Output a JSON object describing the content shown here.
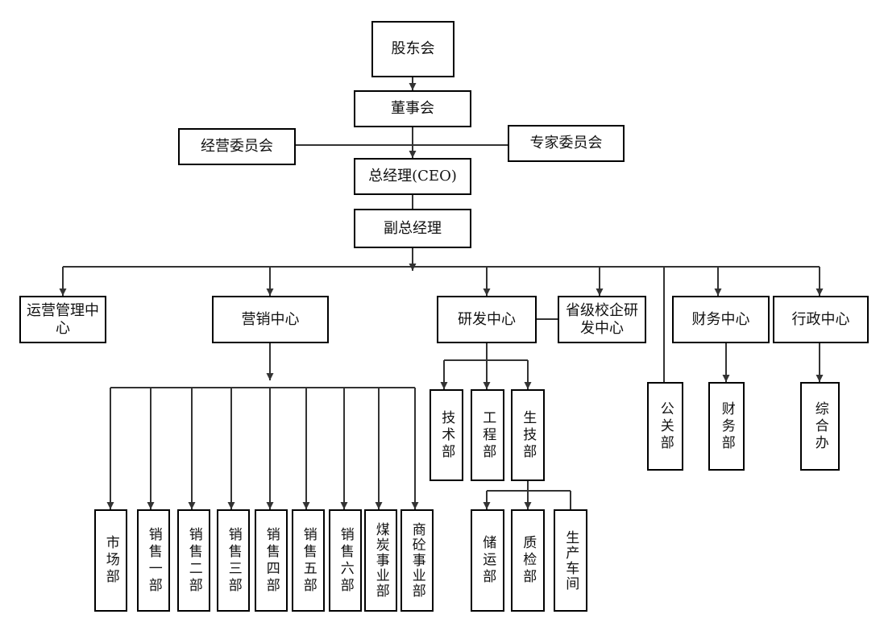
{
  "nodes": {
    "shareholders": "股东会",
    "board": "董事会",
    "operations_committee": "经营委员会",
    "expert_committee": "专家委员会",
    "ceo": "总经理(CEO)",
    "vice_gm": "副总经理",
    "ops_center": "运营管理中心",
    "marketing_center": "营销中心",
    "rd_center": "研发中心",
    "provincial_rd": "省级校企研发中心",
    "finance_center": "财务中心",
    "admin_center": "行政中心",
    "market_dept": "市场部",
    "sales_1": "销售一部",
    "sales_2": "销售二部",
    "sales_3": "销售三部",
    "sales_4": "销售四部",
    "sales_5": "销售五部",
    "sales_6": "销售六部",
    "coal_division": "煤炭事业部",
    "concrete_division": "商砼事业部",
    "tech_dept": "技术部",
    "engineering_dept": "工程部",
    "production_tech_dept": "生技部",
    "pr_dept": "公关部",
    "finance_dept": "财务部",
    "general_office": "综合办",
    "storage_dept": "储运部",
    "qc_dept": "质检部",
    "workshop": "生产车间"
  }
}
